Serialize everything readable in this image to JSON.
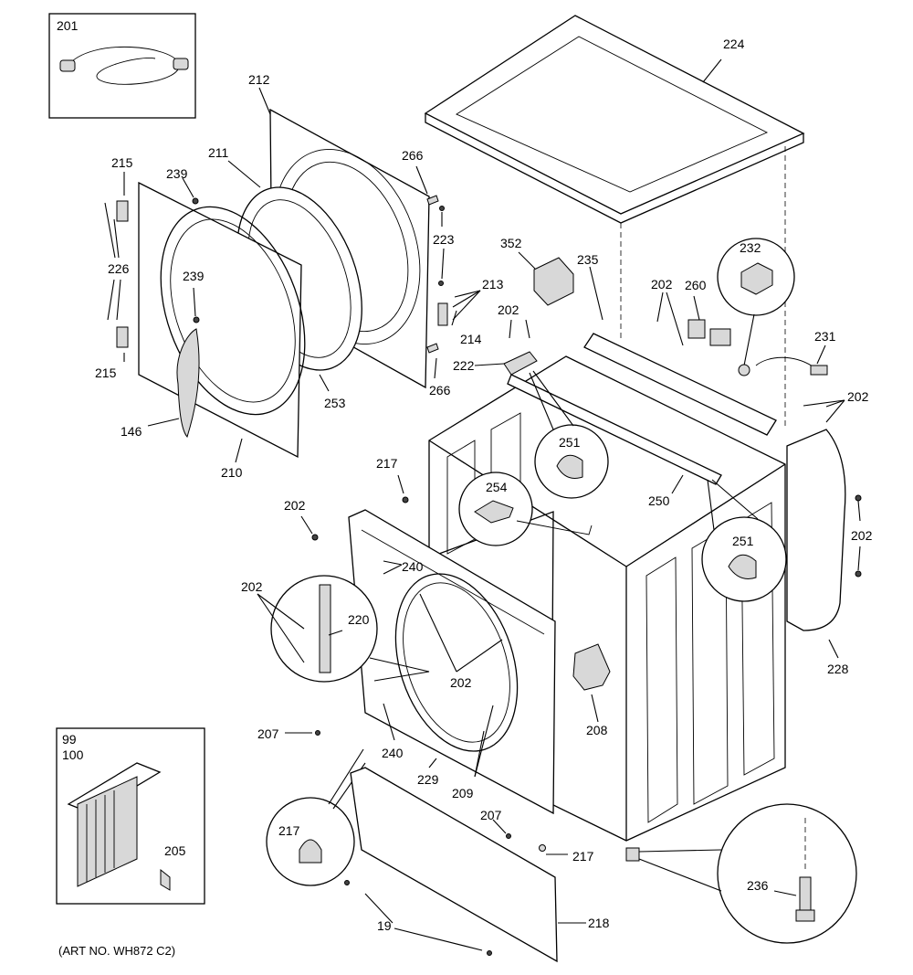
{
  "diagram": {
    "art_number": "(ART NO. WH872 C2)",
    "labels": {
      "p201": "201",
      "p224": "224",
      "p212": "212",
      "p211": "211",
      "p215a": "215",
      "p239a": "239",
      "p266a": "266",
      "p223": "223",
      "p352": "352",
      "p235": "235",
      "p232": "232",
      "p202a": "202",
      "p260": "260",
      "p226": "226",
      "p239b": "239",
      "p213": "213",
      "p202b": "202",
      "p214": "214",
      "p231": "231",
      "p222": "222",
      "p266b": "266",
      "p215b": "215",
      "p253": "253",
      "p202c": "202",
      "p251a": "251",
      "p146": "146",
      "p210": "210",
      "p217a": "217",
      "p254": "254",
      "p250": "250",
      "p202d": "202",
      "p202e": "202",
      "p251b": "251",
      "p240a": "240",
      "p202f": "202",
      "p220": "220",
      "p202g": "202",
      "p228": "228",
      "p208": "208",
      "p99": "99",
      "p100": "100",
      "p207a": "207",
      "p240b": "240",
      "p229": "229",
      "p209": "209",
      "p217b": "217",
      "p207b": "207",
      "p217c": "217",
      "p205": "205",
      "p236": "236",
      "p19": "19",
      "p218": "218"
    }
  }
}
